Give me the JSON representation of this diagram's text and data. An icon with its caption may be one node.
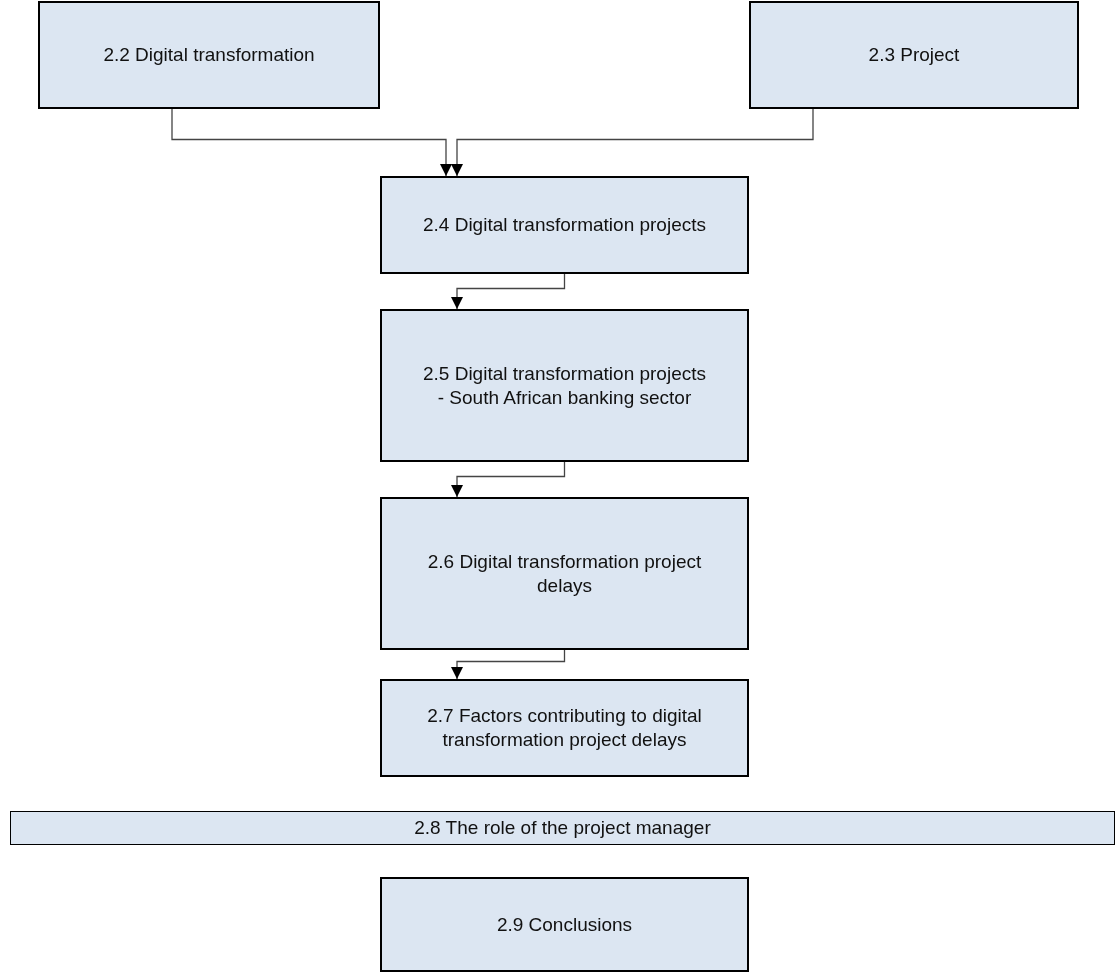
{
  "diagram": {
    "nodes": [
      {
        "text": [
          "2.2 Digital transformation"
        ]
      },
      {
        "text": [
          "2.3 Project"
        ]
      },
      {
        "text": [
          "2.4 Digital transformation projects"
        ]
      },
      {
        "text": [
          "2.5 Digital transformation projects - South African banking sector"
        ]
      },
      {
        "text": [
          "2.6 Digital transformation project delays"
        ]
      },
      {
        "text": [
          "2.7 Factors contributing to digital transformation project delays"
        ]
      },
      {
        "text": [
          "2.8 The role of the project manager"
        ]
      },
      {
        "text": [
          "2.9 Conclusions"
        ]
      }
    ],
    "edges": [
      {
        "from": 0,
        "to": 2,
        "arrow": "to"
      },
      {
        "from": 1,
        "to": 2,
        "arrow": "to"
      },
      {
        "from": 2,
        "to": 3,
        "arrow": "to"
      },
      {
        "from": 3,
        "to": 4,
        "arrow": "to"
      },
      {
        "from": 4,
        "to": 5,
        "arrow": "to"
      }
    ]
  }
}
